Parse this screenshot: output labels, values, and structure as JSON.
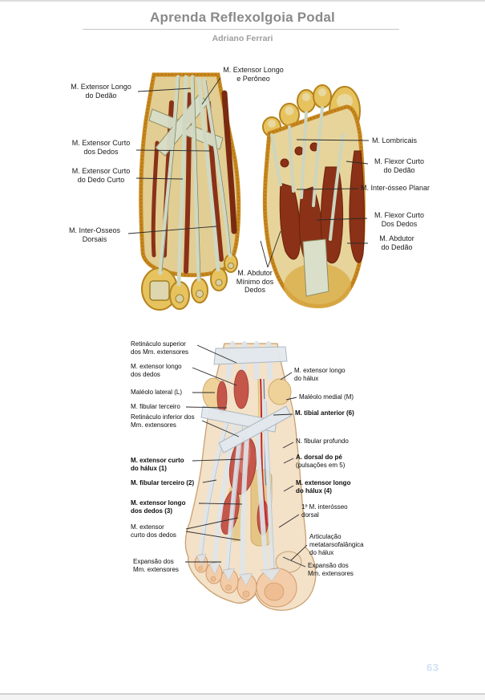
{
  "header": {
    "title": "Aprenda Reflexolgoia Podal",
    "subtitle": "Adriano Ferrari"
  },
  "footer": {
    "page_number": "63"
  },
  "colors": {
    "title_grey": "#8a8a8a",
    "rule_grey": "#c6c6c6",
    "label_black": "#1b1b1b",
    "leader_line": "#2b2b2b",
    "d1_skin_ochre": "#e2cd92",
    "d1_border_ochre": "#c8871e",
    "d1_muscle_red": "#8a3118",
    "d1_tendon_pale": "#cfd8c2",
    "d2_skin": "#f3e1c8",
    "d2_tendon_grey": "#dfe6ec",
    "d2_muscle_red": "#c4564a",
    "d2_bone_tan": "#e5c584",
    "d2_artery_red": "#c1272d",
    "d2_vein_blue": "#5b82b8",
    "d2_nerve_yellow": "#d9c257",
    "page_number_blue": "#d2e0f2"
  },
  "d1": {
    "extensor_longo_dedao": "M. Extensor Longo\ndo Dedão",
    "extensor_longo_peroneo": "M. Extensor Longo\ne Perôneo",
    "extensor_curto_dedos": "M. Extensor Curto\ndos Dedos",
    "extensor_curto_dedo_curto": "M. Extensor Curto\ndo Dedo Curto",
    "inter_osseos_dorsais": "M. Inter-Osseos\nDorsais",
    "lombricais": "M. Lombricais",
    "flexor_curto_dedao": "M. Flexor Curto\ndo Dedão",
    "inter_osseo_planar": "M. Inter-ósseo Planar",
    "flexor_curto_dos_dedos": "M. Flexor Curto\nDos Dedos",
    "abdutor_dedao": "M. Abdutor\ndo Dedão",
    "abdutor_minimo_dedos": "M. Abdutor\nMínimo dos\nDedos"
  },
  "d2": {
    "retinaculo_superior": "Retináculo superior\ndos Mm. extensores",
    "extensor_longo_dedos": "M. extensor longo\ndos dedos",
    "maleolo_lateral": "Maléolo lateral (L)",
    "fibular_terceiro": "M. fibular terceiro",
    "retinaculo_inferior": "Retináculo inferior dos\nMm. extensores",
    "extensor_curto_halux_1": "M. extensor curto\ndo hálux (1)",
    "fibular_terceiro_2": "M. fibular terceiro (2)",
    "extensor_longo_dedos_3": "M. extensor longo\ndos dedos (3)",
    "extensor_curto_dedos": "M. extensor\ncurto dos dedos",
    "expansao_esq": "Expansão dos\nMm. extensores",
    "extensor_longo_halux": "M. extensor longo\ndo hálux",
    "maleolo_medial": "Maléolo medial (M)",
    "tibial_anterior_6": "M. tibial anterior (6)",
    "fibular_profundo": "N. fibular profundo",
    "dorsal_pe_bold": "A. dorsal do pé",
    "dorsal_pe_sub": "(pulsações em 5)",
    "extensor_longo_halux_4": "M. extensor longo\ndo hálux (4)",
    "interosseo_dorsal": "1º M. interósseo\ndorsal",
    "articulacao": "Articulação\nmetatarsofalângica\ndo hálux",
    "expansao_dir": "Expansão dos\nMm. extensores"
  }
}
